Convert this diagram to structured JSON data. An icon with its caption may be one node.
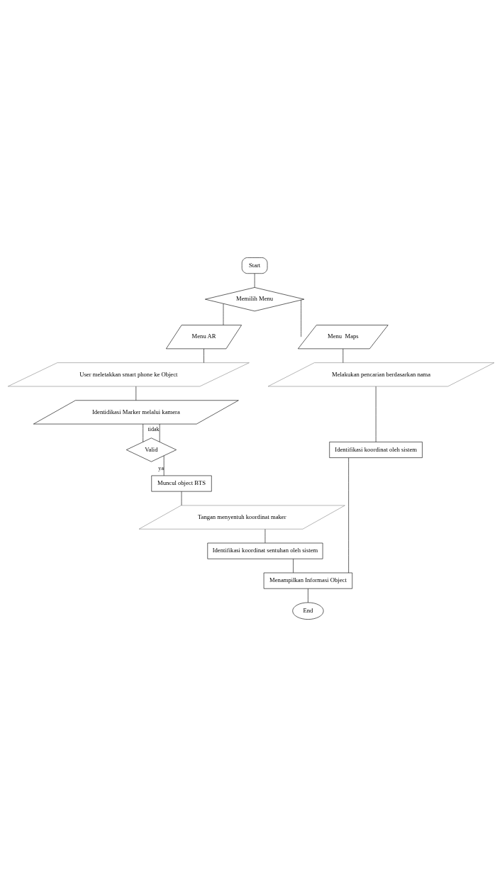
{
  "diagram": {
    "nodes": [
      {
        "text": [
          "Start"
        ]
      },
      {
        "text": [
          "Memilih Menu"
        ]
      },
      {
        "text": [
          "Menu AR"
        ]
      },
      {
        "text": [
          "Menu  Maps"
        ]
      },
      {
        "text": [
          "User meletakkan smart phone ke Object"
        ]
      },
      {
        "text": [
          "Melakukan pencarian berdasarkan nama"
        ]
      },
      {
        "text": [
          "Identidikasi Marker melalui kamera"
        ]
      },
      {
        "text": [
          "Identifikasi koordinat oleh sistem"
        ]
      },
      {
        "text": [
          "Valid"
        ]
      },
      {
        "text": [
          "Muncul object BTS"
        ]
      },
      {
        "text": [
          "Tangan menyentuh koordinat maker"
        ]
      },
      {
        "text": [
          "Identifikasi koordinat sentuhan oleh sistem"
        ]
      },
      {
        "text": [
          "Menampilkan Informasi Object"
        ]
      },
      {
        "text": [
          "End"
        ]
      }
    ],
    "edges": [
      {
        "from": 0,
        "to": 1,
        "arrow": "none"
      },
      {
        "from": 1,
        "to": 2,
        "arrow": "none"
      },
      {
        "from": 1,
        "to": 3,
        "arrow": "none"
      },
      {
        "from": 2,
        "to": 4,
        "arrow": "none"
      },
      {
        "from": 3,
        "to": 5,
        "arrow": "none"
      },
      {
        "from": 4,
        "to": 6,
        "arrow": "none"
      },
      {
        "from": 5,
        "to": 7,
        "arrow": "none"
      },
      {
        "from": 6,
        "to": 8,
        "arrow": "none"
      },
      {
        "from": 8,
        "to": 6,
        "label": "tidak",
        "arrow": "none"
      },
      {
        "from": 8,
        "to": 9,
        "label": "ya",
        "arrow": "none"
      },
      {
        "from": 9,
        "to": 10,
        "arrow": "none"
      },
      {
        "from": 10,
        "to": 11,
        "arrow": "none"
      },
      {
        "from": 11,
        "to": 12,
        "arrow": "none"
      },
      {
        "from": 7,
        "to": 12,
        "arrow": "none"
      },
      {
        "from": 12,
        "to": 13,
        "arrow": "none"
      }
    ]
  }
}
